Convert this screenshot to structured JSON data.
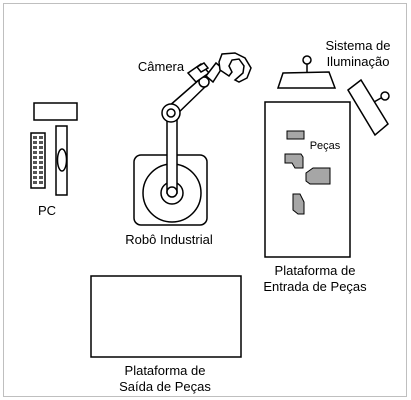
{
  "labels": {
    "camera": "Câmera",
    "lighting_line1": "Sistema de",
    "lighting_line2": "Iluminação",
    "pieces": "Peças",
    "pc": "PC",
    "robot": "Robô Industrial",
    "input_platform_line1": "Plataforma de",
    "input_platform_line2": "Entrada de Peças",
    "output_platform_line1": "Plataforma de",
    "output_platform_line2": "Saída de Peças"
  },
  "colors": {
    "stroke": "#000000",
    "piece_fill": "#a6a6a6",
    "background": "#ffffff",
    "frame": "#bfbfbf"
  }
}
